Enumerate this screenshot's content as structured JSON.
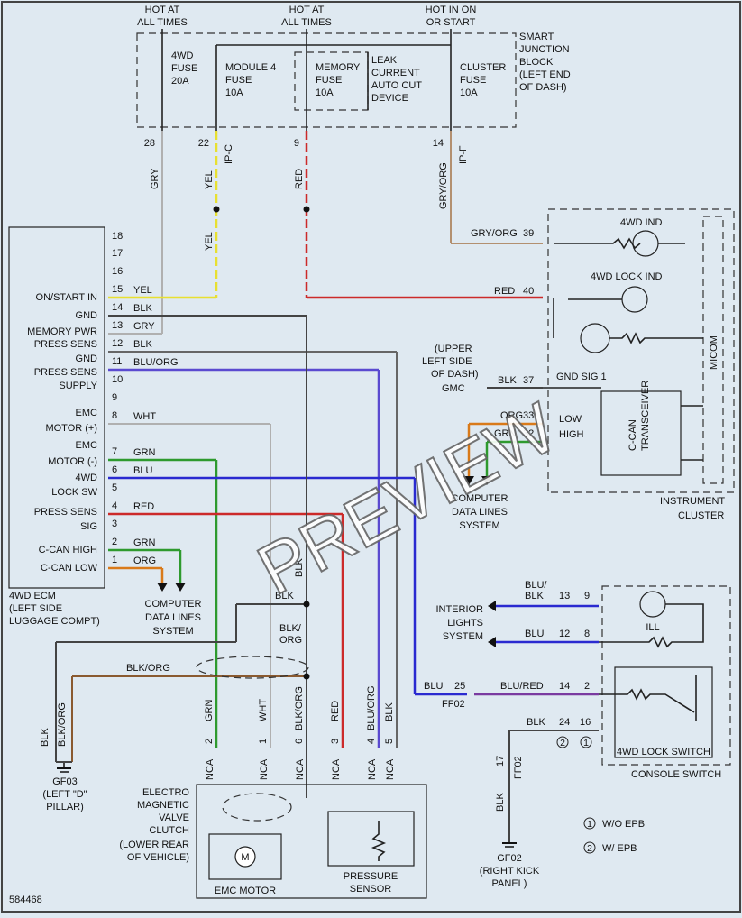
{
  "colors": {
    "bg": "#dfe9f1",
    "grn": "#2e9a2e",
    "blu": "#2a2ad0",
    "red": "#cc2a2a",
    "yel": "#e8e030",
    "orange": "#d97a1a",
    "brown": "#8a5a30",
    "gryorg": "#b39070",
    "gry": "#b0b0b0"
  },
  "top": {
    "hot1": [
      "HOT AT",
      "ALL TIMES"
    ],
    "hot2": [
      "HOT AT",
      "ALL TIMES"
    ],
    "hot3": [
      "HOT IN ON",
      "OR START"
    ]
  },
  "sjb": {
    "label": [
      "SMART",
      "JUNCTION",
      "BLOCK",
      "(LEFT END",
      "OF DASH)"
    ],
    "fuse1": [
      "4WD",
      "FUSE",
      "20A"
    ],
    "fuse2": [
      "MODULE 4",
      "FUSE",
      "10A"
    ],
    "fuse3": [
      "MEMORY",
      "FUSE",
      "10A"
    ],
    "leak": [
      "LEAK",
      "CURRENT",
      "AUTO CUT",
      "DEVICE"
    ],
    "fuse4": [
      "CLUSTER",
      "FUSE",
      "10A"
    ],
    "pins": [
      "28",
      "22",
      "9",
      "14"
    ],
    "conn_a": "IP-C",
    "conn_b": "IP-F"
  },
  "wires_top": {
    "gry": "GRY",
    "yel1": "YEL",
    "yel2": "YEL",
    "red": "RED",
    "gryorg": "GRY/ORG"
  },
  "ecm": {
    "title": [
      "4WD ECM",
      "(LEFT SIDE",
      "LUGGAGE COMPT)"
    ],
    "labels": [
      "ON/START IN",
      "GND",
      "MEMORY PWR",
      "PRESS SENS",
      "GND",
      "PRESS SENS",
      "SUPPLY",
      "EMC",
      "MOTOR (+)",
      "EMC",
      "MOTOR (-)",
      "4WD",
      "LOCK SW",
      "PRESS SENS",
      "SIG",
      "C-CAN HIGH",
      "C-CAN LOW"
    ],
    "pins": [
      "18",
      "17",
      "16",
      "15",
      "14",
      "13",
      "12",
      "11",
      "10",
      "9",
      "8",
      "7",
      "6",
      "5",
      "4",
      "3",
      "2",
      "1"
    ],
    "wires": [
      "YEL",
      "BLK",
      "GRY",
      "BLK",
      "BLU/ORG",
      "WHT",
      "GRN",
      "BLU",
      "RED",
      "GRN",
      "ORG"
    ]
  },
  "cdl1": [
    "COMPUTER",
    "DATA LINES",
    "SYSTEM"
  ],
  "cluster": {
    "title": [
      "INSTRUMENT",
      "CLUSTER"
    ],
    "micom": "MICOM",
    "ind1": "4WD IND",
    "ind2": "4WD LOCK IND",
    "pins": [
      "39",
      "40",
      "37",
      "33",
      "32"
    ],
    "wires": [
      "GRY/ORG",
      "RED",
      "BLK",
      "ORG",
      "GRN"
    ],
    "gnd_sig": "GND SIG 1",
    "low": "LOW",
    "high": "HIGH",
    "transceiver": [
      "C-CAN",
      "TRANSCEIVER"
    ],
    "gnd_label": [
      "(UPPER",
      "LEFT SIDE",
      "OF DASH)",
      "GMC"
    ]
  },
  "cdl2": [
    "COMPUTER",
    "DATA LINES",
    "SYSTEM"
  ],
  "console": {
    "title": "CONSOLE SWITCH",
    "lock": "4WD LOCK SWITCH",
    "ill": "ILL",
    "int": [
      "INTERIOR",
      "LIGHTS",
      "SYSTEM"
    ],
    "w1": [
      "BLU/",
      "BLK"
    ],
    "w1p": [
      "13",
      "9"
    ],
    "w2": "BLU",
    "w2p": [
      "12",
      "8"
    ],
    "w3": "BLU/RED",
    "w3p": [
      "14",
      "2"
    ],
    "w3a": "BLU",
    "w3ap": "25",
    "ff02a": "FF02",
    "w4": "BLK",
    "w4p": [
      "24",
      "16"
    ],
    "c2": "2",
    "c1": "1",
    "p17": "17",
    "ff02b": "FF02",
    "blk_v": "BLK"
  },
  "grounds": {
    "gf03": [
      "GF03",
      "(LEFT \"D\"",
      "PILLAR)"
    ],
    "gf02": [
      "GF02",
      "(RIGHT KICK",
      "PANEL)"
    ],
    "blk": "BLK",
    "blkorg": "BLK/ORG"
  },
  "bottom": {
    "nca": "NCA",
    "pins": [
      "2",
      "1",
      "6",
      "3",
      "4",
      "5"
    ],
    "wires": [
      "GRN",
      "WHT",
      "BLK/ORG",
      "RED",
      "BLU/ORG",
      "BLK"
    ],
    "blk_top": "BLK",
    "blkorg_top": "BLK/ORG",
    "blk_mid": "BLK",
    "blkorg_mid": [
      "BLK/",
      "ORG"
    ],
    "emc": [
      "ELECTRO",
      "MAGNETIC",
      "VALVE",
      "CLUTCH",
      "(LOWER REAR",
      "OF VEHICLE)"
    ],
    "motor": "EMC MOTOR",
    "m": "M",
    "press": [
      "PRESSURE",
      "SENSOR"
    ]
  },
  "legend": {
    "l1": "W/O EPB",
    "l2": "W/ EPB",
    "n1": "1",
    "n2": "2"
  },
  "code": "584468",
  "watermark": "PREVIEW"
}
